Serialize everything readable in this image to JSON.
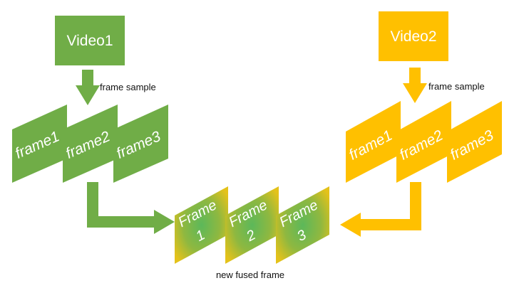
{
  "colors": {
    "green": "#70AD47",
    "yellow": "#FFC000",
    "white": "#FFFFFF",
    "text": "#111111"
  },
  "video1": {
    "label": "Video1",
    "sample_label": "frame sample",
    "frames": [
      "frame1",
      "frame2",
      "frame3"
    ]
  },
  "video2": {
    "label": "Video2",
    "sample_label": "frame sample",
    "frames": [
      "frame1",
      "frame2",
      "frame3"
    ]
  },
  "fused": {
    "caption": "new fused frame",
    "frames": [
      {
        "line1": "Frame",
        "line2": "1"
      },
      {
        "line1": "Frame",
        "line2": "2"
      },
      {
        "line1": "Frame",
        "line2": "3"
      }
    ]
  }
}
